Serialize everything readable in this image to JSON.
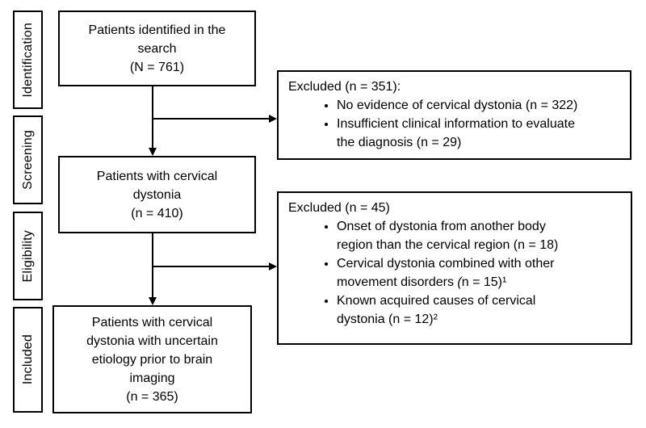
{
  "colors": {
    "border": "#000000",
    "background": "#ffffff",
    "text": "#000000"
  },
  "stages": {
    "identification": "Identification",
    "screening": "Screening",
    "eligibility": "Eligibility",
    "included": "Included"
  },
  "flow_boxes": {
    "identification": {
      "text": "Patients identified in the\nsearch\n(N = 761)"
    },
    "screening": {
      "text": "Patients with cervical\ndystonia\n(n = 410)"
    },
    "included": {
      "text": "Patients with cervical\ndystonia with uncertain\netiology prior to brain\nimaging\n(n = 365)"
    }
  },
  "exclusion_boxes": {
    "first": {
      "title": "Excluded (n = 351):",
      "bullet1": "No evidence of cervical dystonia (n = 322)",
      "bullet2": "Insufficient clinical information to evaluate\nthe diagnosis (n = 29)"
    },
    "second": {
      "title": "Excluded (n = 45)",
      "bullet1": "Onset of dystonia from another body\nregion than the cervical region (n = 18)",
      "bullet2": {
        "pre": "Cervical dystonia combined with other\nmovement disorders ",
        "italic_paren": "(",
        "post": "n = 15)¹"
      },
      "bullet3": "Known acquired causes of cervical\ndystonia (n = 12)²"
    }
  }
}
